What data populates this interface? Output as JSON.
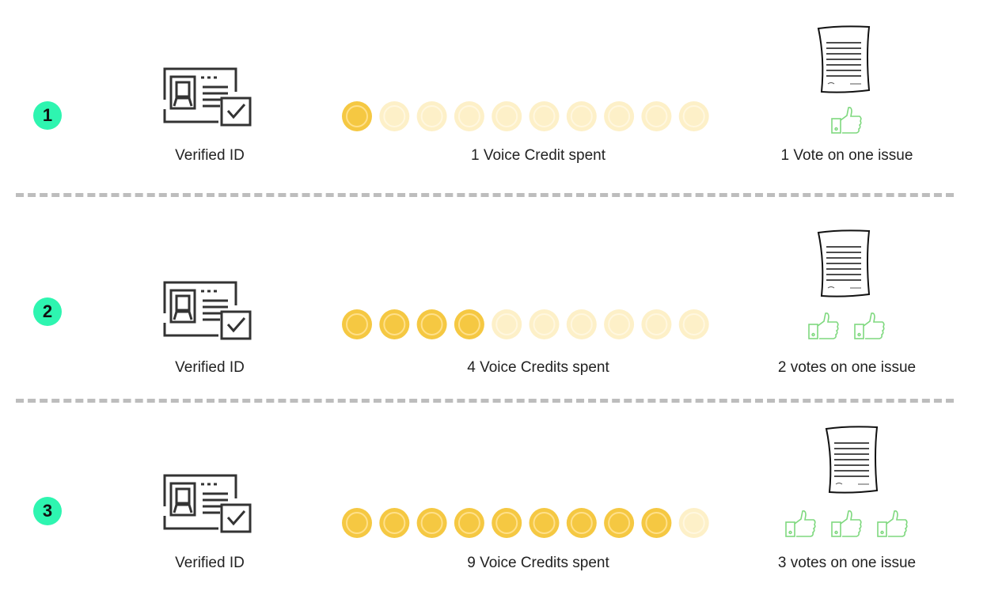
{
  "colors": {
    "badge": "#2ef5b0",
    "coin_spent": "#f5c842",
    "coin_unspent": "#fdf0c8",
    "thumb": "#7ed87e",
    "divider": "#bdbdbd"
  },
  "total_coins": 10,
  "rows": [
    {
      "number": "1",
      "id_label": "Verified ID",
      "credits_spent": 1,
      "credits_label": "1 Voice Credit spent",
      "votes": 1,
      "votes_label": "1 Vote on one issue"
    },
    {
      "number": "2",
      "id_label": "Verified ID",
      "credits_spent": 4,
      "credits_label": "4 Voice Credits spent",
      "votes": 2,
      "votes_label": "2 votes on one issue"
    },
    {
      "number": "3",
      "id_label": "Verified ID",
      "credits_spent": 9,
      "credits_label": "9 Voice Credits spent",
      "votes": 3,
      "votes_label": "3 votes on one issue"
    }
  ]
}
